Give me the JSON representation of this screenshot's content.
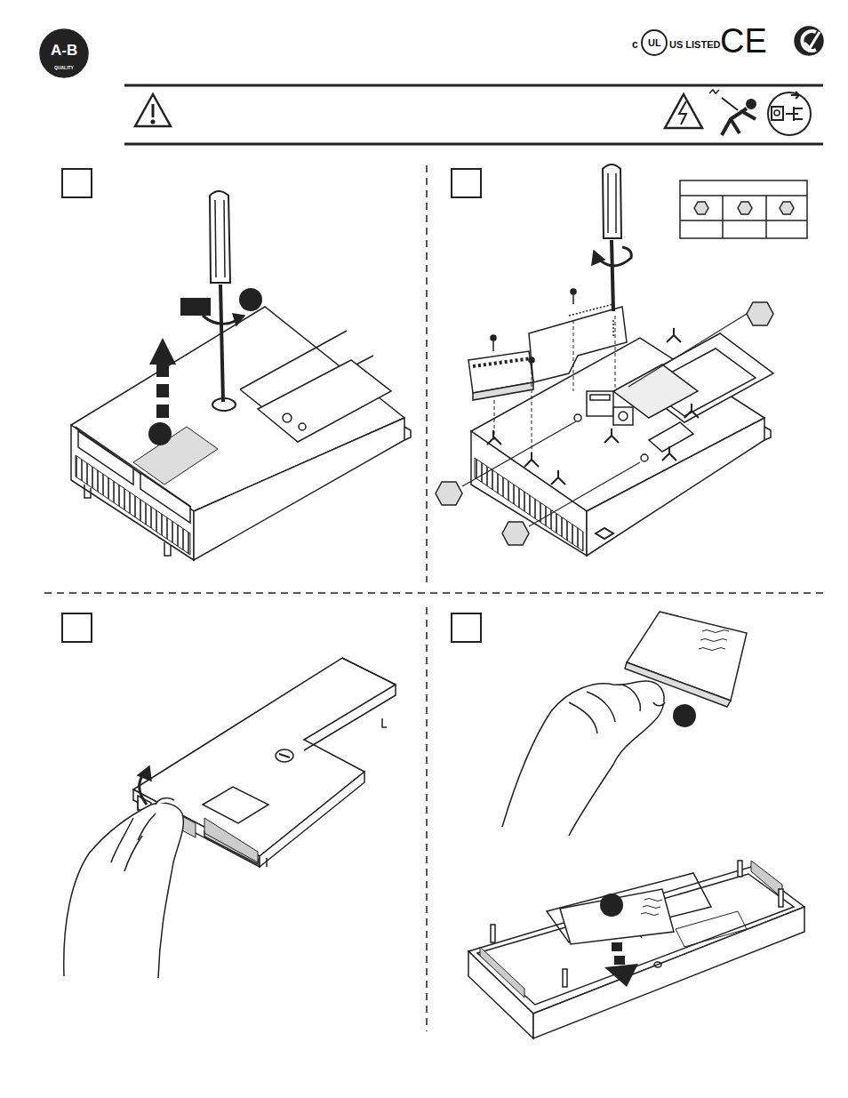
{
  "diagram": {
    "labels": [
      "A-B",
      "QUALITY",
      "c",
      "UL",
      "US LISTED",
      "CE"
    ]
  }
}
